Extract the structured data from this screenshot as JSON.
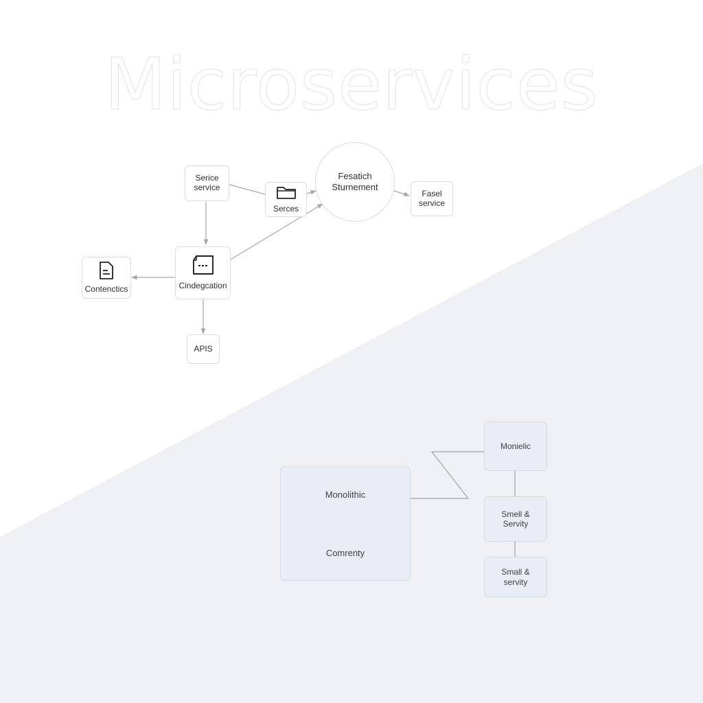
{
  "title": "Microservices",
  "colors": {
    "background": "#ffffff",
    "lower_band": "#eef0f4",
    "node_border": "#dadde2",
    "edge": "#a3a7ae",
    "pane_fill": "#e9eef6"
  },
  "nodes": {
    "service_service": "Serice\nservice",
    "serces": "Serces",
    "central_circle": "Fesatich\nSturnement",
    "fasel_service": "Fasel\nservice",
    "contentics": "Contenctics",
    "cindegcation": "Cindegcation",
    "apis": "APIS"
  },
  "icons": {
    "serces": "folder-icon",
    "contentics": "document-icon",
    "cindegcation": "document-icon"
  },
  "lower": {
    "monolithic_title": "Monolithic",
    "monolithic_subtitle": "Comrenty",
    "monielic": "Monielic",
    "small_servity_1": "Smell &\nServity",
    "small_servity_2": "Small &\nservity"
  }
}
